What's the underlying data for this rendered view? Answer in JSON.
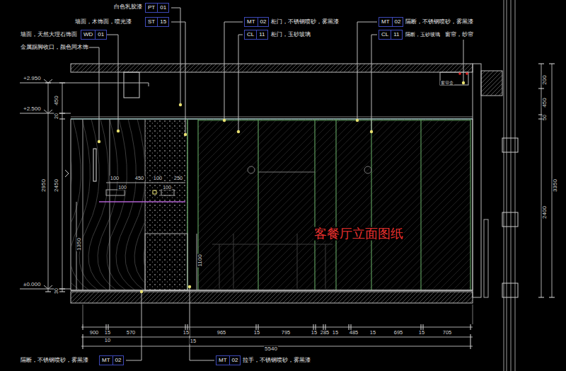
{
  "diagram": {
    "nodes": [
      {
        "text": [
          "PT",
          "01"
        ]
      },
      {
        "text": [
          "ST",
          "15"
        ]
      },
      {
        "text": [
          "WD",
          "01"
        ]
      },
      {
        "text": [
          "MT",
          "02"
        ]
      },
      {
        "text": [
          "CL",
          "11"
        ]
      },
      {
        "text": [
          "MT",
          "02"
        ]
      },
      {
        "text": [
          "CL",
          "11"
        ]
      },
      {
        "text": [
          "MT",
          "02"
        ]
      },
      {
        "text": [
          "MT",
          "02"
        ]
      }
    ],
    "labels": [
      "白色乳胶漆",
      "墙面，木饰面，喷光漆",
      "墙面，天然大理石饰面",
      "金属踢脚收口，颜色同木饰",
      "柜门，不锈钢喷砂，雾黑漆",
      "柜门，玉砂玻璃",
      "隔断，不锈钢喷砂，雾黑漆",
      "隔断，玉砂玻璃",
      "窗帘，纱帘",
      "隔断，不锈钢喷砂，雾黑漆",
      "拉手，不锈钢喷砂，雾黑漆",
      "+2.950",
      "+2.500",
      "±0.000",
      "450",
      "20",
      "2950",
      "2450",
      "1350",
      "30",
      "1100",
      "100",
      "450",
      "100",
      "250",
      "100",
      "100",
      "窗帘盒",
      "200",
      "450",
      "50",
      "3350",
      "2400",
      "900",
      "15",
      "570",
      "15",
      "965",
      "15",
      "795",
      "15",
      "285",
      "15",
      "485",
      "15",
      "695",
      "15",
      "705",
      "10",
      "15",
      "5540",
      "客餐厅立面图纸"
    ]
  }
}
